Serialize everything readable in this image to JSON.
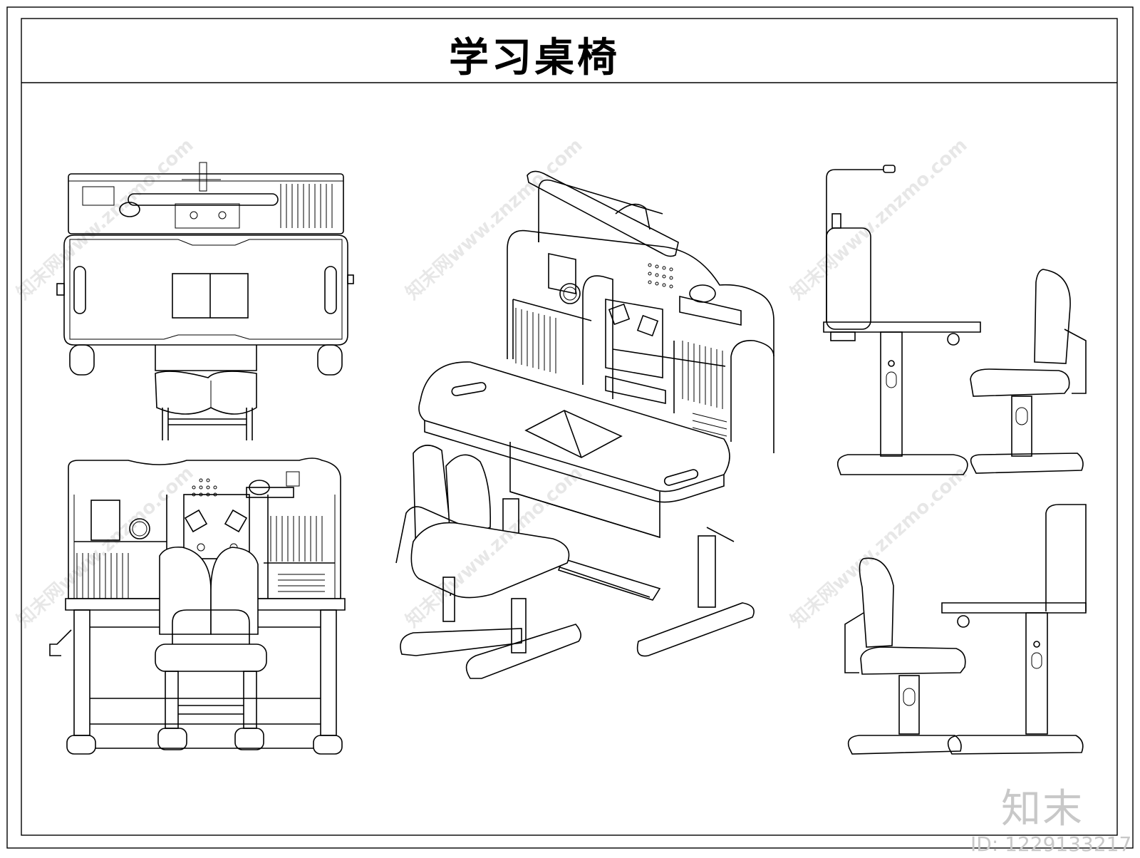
{
  "sheet": {
    "title": "学习桌椅"
  },
  "views": [
    {
      "name": "top-view"
    },
    {
      "name": "front-view"
    },
    {
      "name": "isometric-view"
    },
    {
      "name": "side-view-right"
    },
    {
      "name": "side-view-left"
    }
  ],
  "watermark": {
    "text": "知末网www.znzmo.com",
    "logo": "知末",
    "id_label": "ID: 1229133217"
  },
  "colors": {
    "line": "#000000",
    "background": "#ffffff",
    "watermark": "#c8c8c8"
  }
}
